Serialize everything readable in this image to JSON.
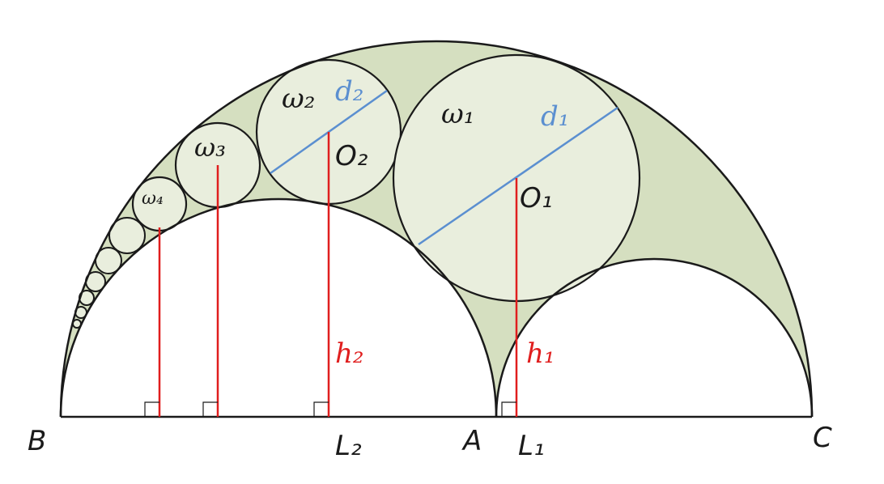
{
  "colors": {
    "fill": "#d5dfc0",
    "circle_fill": "#e9eedd",
    "stroke": "#1a1a1a",
    "red": "#e01e1e",
    "blue": "#5b8fd0"
  },
  "labels": {
    "omega1": "ω₁",
    "omega2": "ω₂",
    "omega3": "ω₃",
    "omega4": "ω₄",
    "d1": "d₁",
    "d2": "d₂",
    "O1": "O₁",
    "O2": "O₂",
    "h1": "h₁",
    "h2": "h₂",
    "B": "B",
    "A": "A",
    "C": "C",
    "L1": "L₁",
    "L2": "L₂"
  }
}
